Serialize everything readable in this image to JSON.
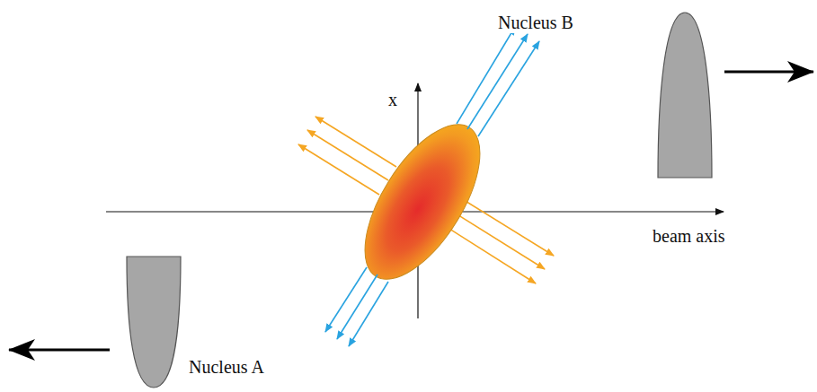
{
  "diagram": {
    "nodes": [
      {
        "text": [
          "Nucleus B"
        ]
      },
      {
        "text": [
          "Nucleus A"
        ]
      }
    ],
    "edges": [],
    "labels": [
      "x",
      "beam axis"
    ]
  }
}
